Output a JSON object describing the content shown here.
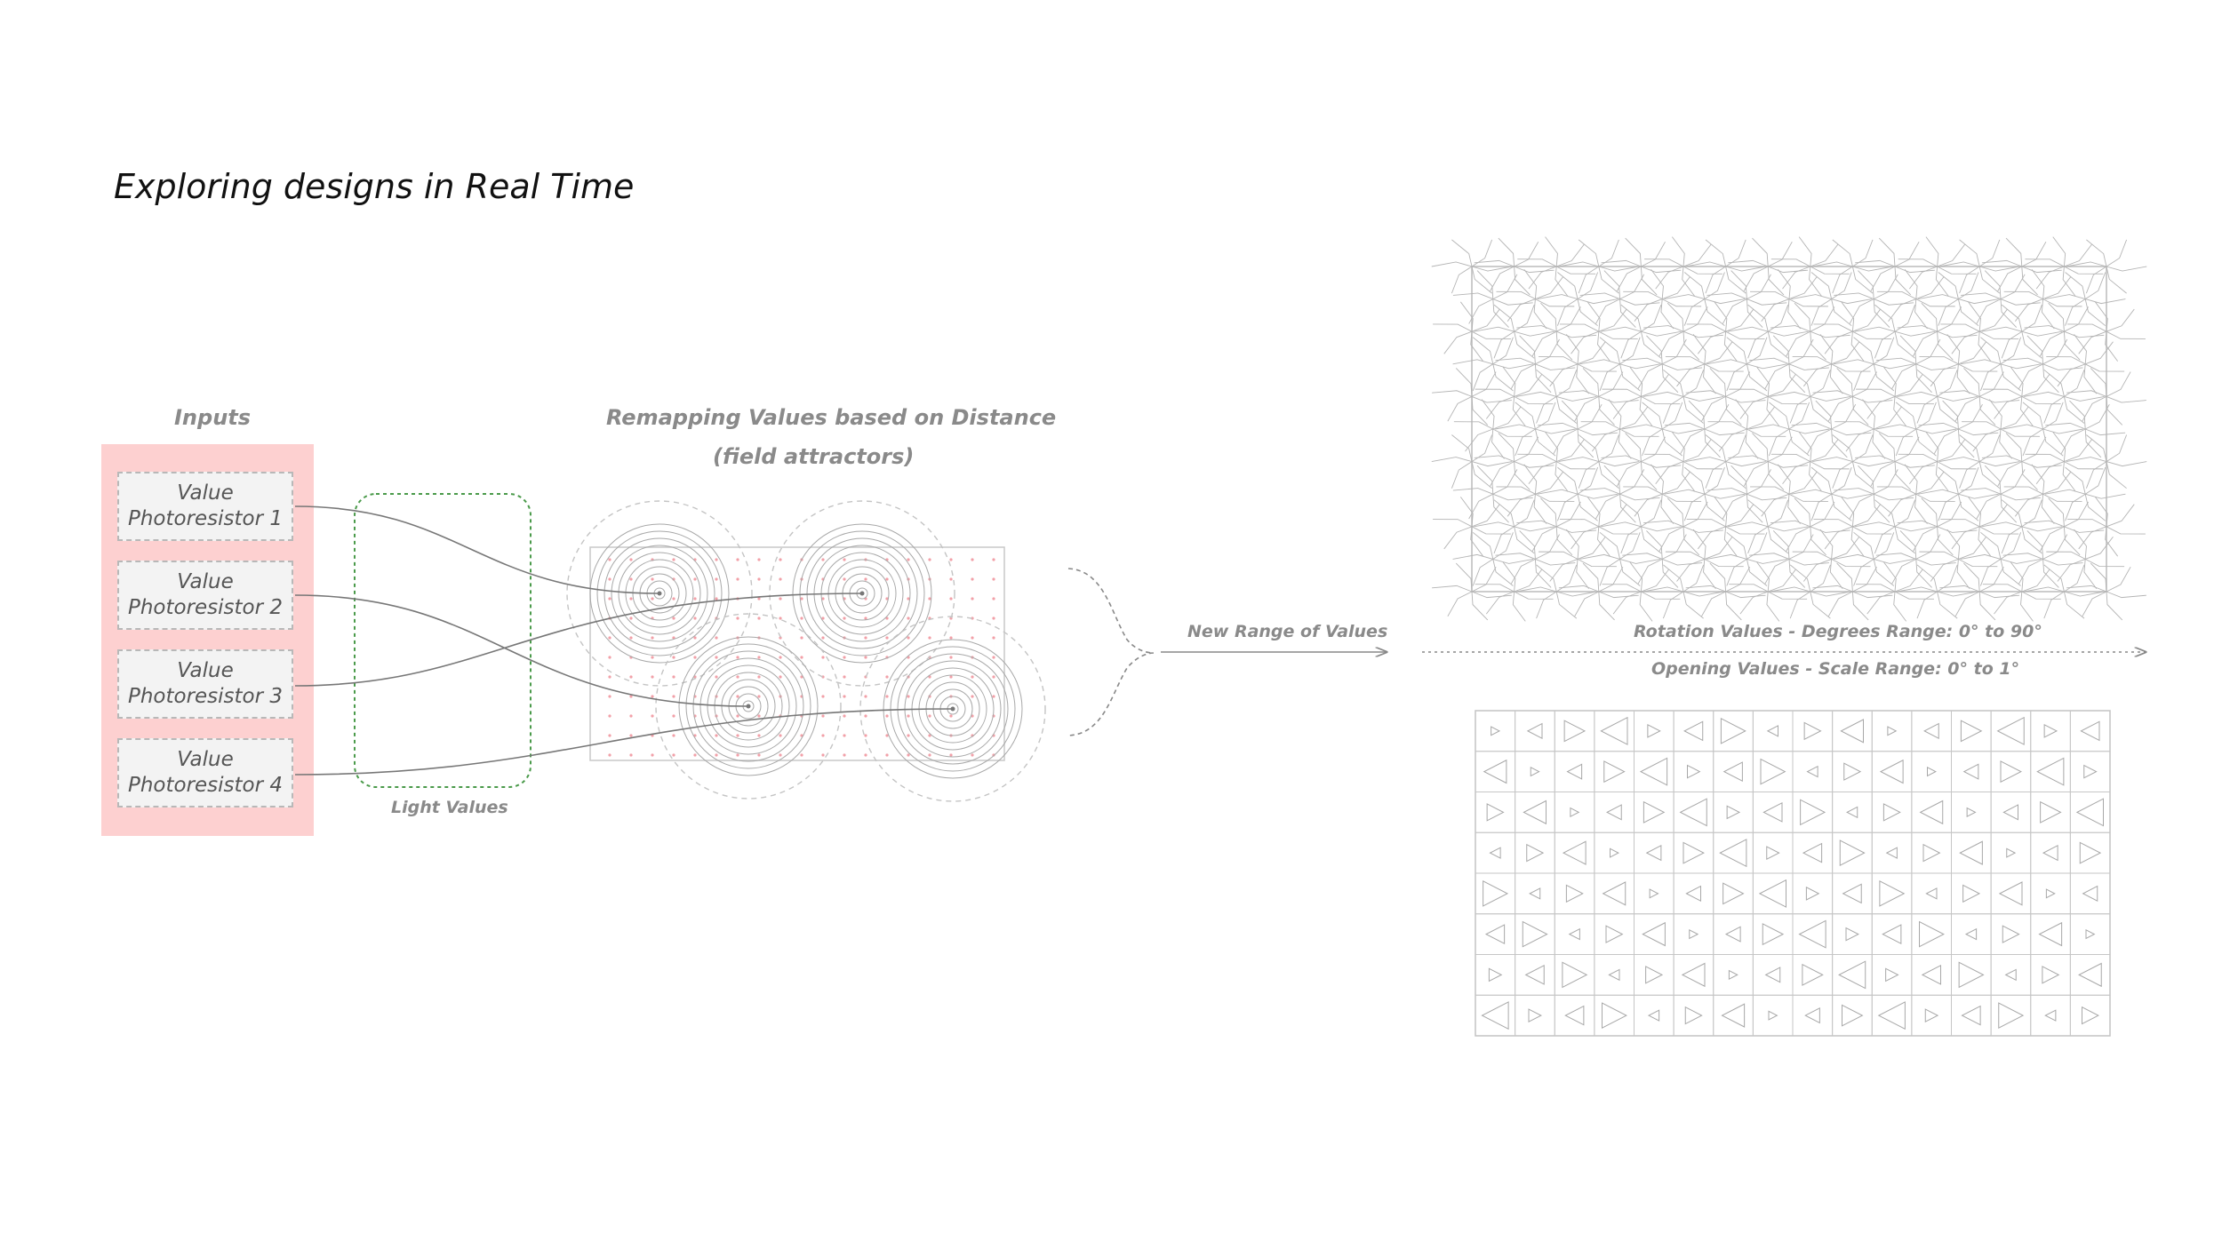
{
  "title": "Exploring designs in Real Time",
  "inputs": {
    "heading": "Inputs",
    "items": [
      {
        "line1": "Value",
        "line2": "Photoresistor 1"
      },
      {
        "line1": "Value",
        "line2": "Photoresistor 2"
      },
      {
        "line1": "Value",
        "line2": "Photoresistor 3"
      },
      {
        "line1": "Value",
        "line2": "Photoresistor 4"
      }
    ]
  },
  "light_values_label": "Light Values",
  "remap": {
    "title_line1": "Remapping Values based on Distance",
    "title_line2": "(field attractors)"
  },
  "new_range_label": "New Range of Values",
  "rotation_label": "Rotation Values -  Degrees Range: 0° to 90°",
  "opening_label": "Opening Values -  Scale Range: 0° to 1°",
  "colors": {
    "inputs_panel": "#fdd0d0",
    "light_box_border": "#4a9a4a",
    "dots": "#f2a0a8",
    "lines": "#9a9a9a"
  }
}
